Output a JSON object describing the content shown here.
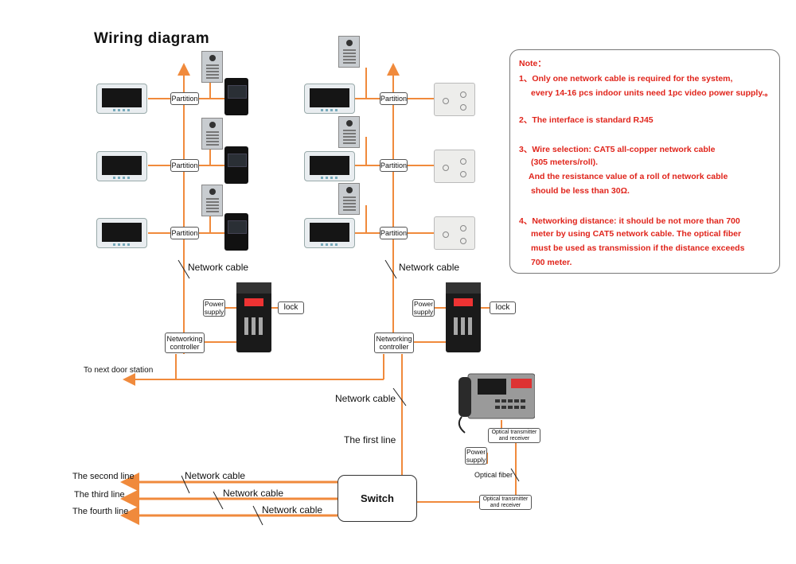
{
  "title": "Wiring  diagram",
  "colors": {
    "wire": "#f08a3c",
    "note_text": "#e0241b",
    "line": "#222"
  },
  "left_building": {
    "partition_label": "Partition",
    "network_cable": "Network cable",
    "power_supply": "Power supply",
    "lock": "lock",
    "networking_controller": "Networking controller",
    "next_door": "To next door station"
  },
  "right_building": {
    "partition_label": "Partition",
    "network_cable": "Network cable",
    "power_supply": "Power supply",
    "lock": "lock",
    "networking_controller": "Networking controller"
  },
  "backbone": {
    "network_cable": "Network cable",
    "first_line": "The first line",
    "switch": "Switch",
    "lines": [
      {
        "label": "The second line",
        "cable": "Network cable"
      },
      {
        "label": "The third line",
        "cable": "Network cable"
      },
      {
        "label": "The fourth line",
        "cable": "Network cable"
      }
    ]
  },
  "guard_unit": {
    "transceiver_top": "Optical transmitter and receiver",
    "transceiver_bottom": "Optical transmitter and receiver",
    "power_supply": "Power supply",
    "optical_fiber": "Optical fiber"
  },
  "note": {
    "heading": "Note：",
    "lines": [
      "1、Only one network cable is required for the system,",
      "every 14-16 pcs indoor units need 1pc video power supply.。",
      "2、The interface is standard RJ45",
      "3、Wire selection: CAT5 all-copper network cable",
      "(305 meters/roll).",
      "And the resistance value of a roll of network cable",
      "should be less than 30Ω.",
      "4、Networking distance: it should be not more than 700",
      "meter by using CAT5 network cable. The optical fiber",
      "must be used as transmission if the distance exceeds",
      "700 meter."
    ]
  }
}
